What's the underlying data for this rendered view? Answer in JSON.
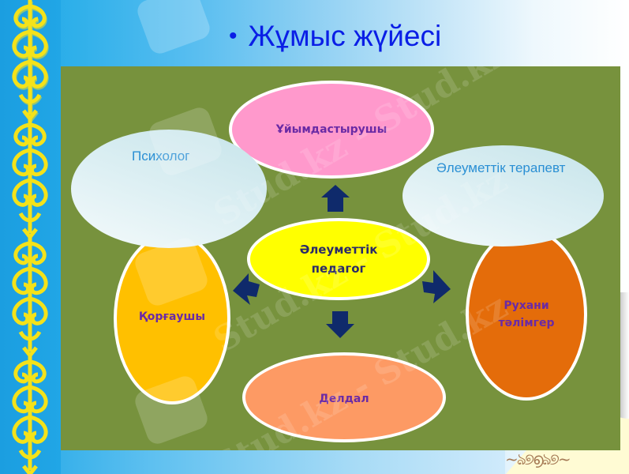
{
  "slide": {
    "title": "Жұмыс жүйесі",
    "bullet": "•"
  },
  "diagram": {
    "center": {
      "label_line1": "Әлеуметтік",
      "label_line2": "педагог",
      "color": "#ffff00"
    },
    "nodes": {
      "top": {
        "label": "Ұйымдастырушы",
        "color": "#ff99cc"
      },
      "left": {
        "label": "Қорғаушы",
        "color": "#ffc000"
      },
      "right": {
        "label_line1": "Рухани",
        "label_line2": "тәлімгер",
        "color": "#e46c0a"
      },
      "bottom": {
        "label": "Делдал",
        "color": "#fd9a64"
      }
    },
    "clouds": {
      "left": {
        "label": "Психолог"
      },
      "right": {
        "label": "Әлеуметтік терапевт"
      }
    },
    "arrows": [
      "up",
      "left",
      "right",
      "down"
    ],
    "colors": {
      "panel": "#77923d",
      "arrow": "#0f2a6b",
      "node_text": "#6a2aa5",
      "cloud_text": "#2a8fd4",
      "title": "#0a1ee6"
    }
  },
  "decor": {
    "watermark": "Stud.kz - Stud.kz",
    "bottom_swirl": "~ঌ୭൭ঌ୭~"
  }
}
